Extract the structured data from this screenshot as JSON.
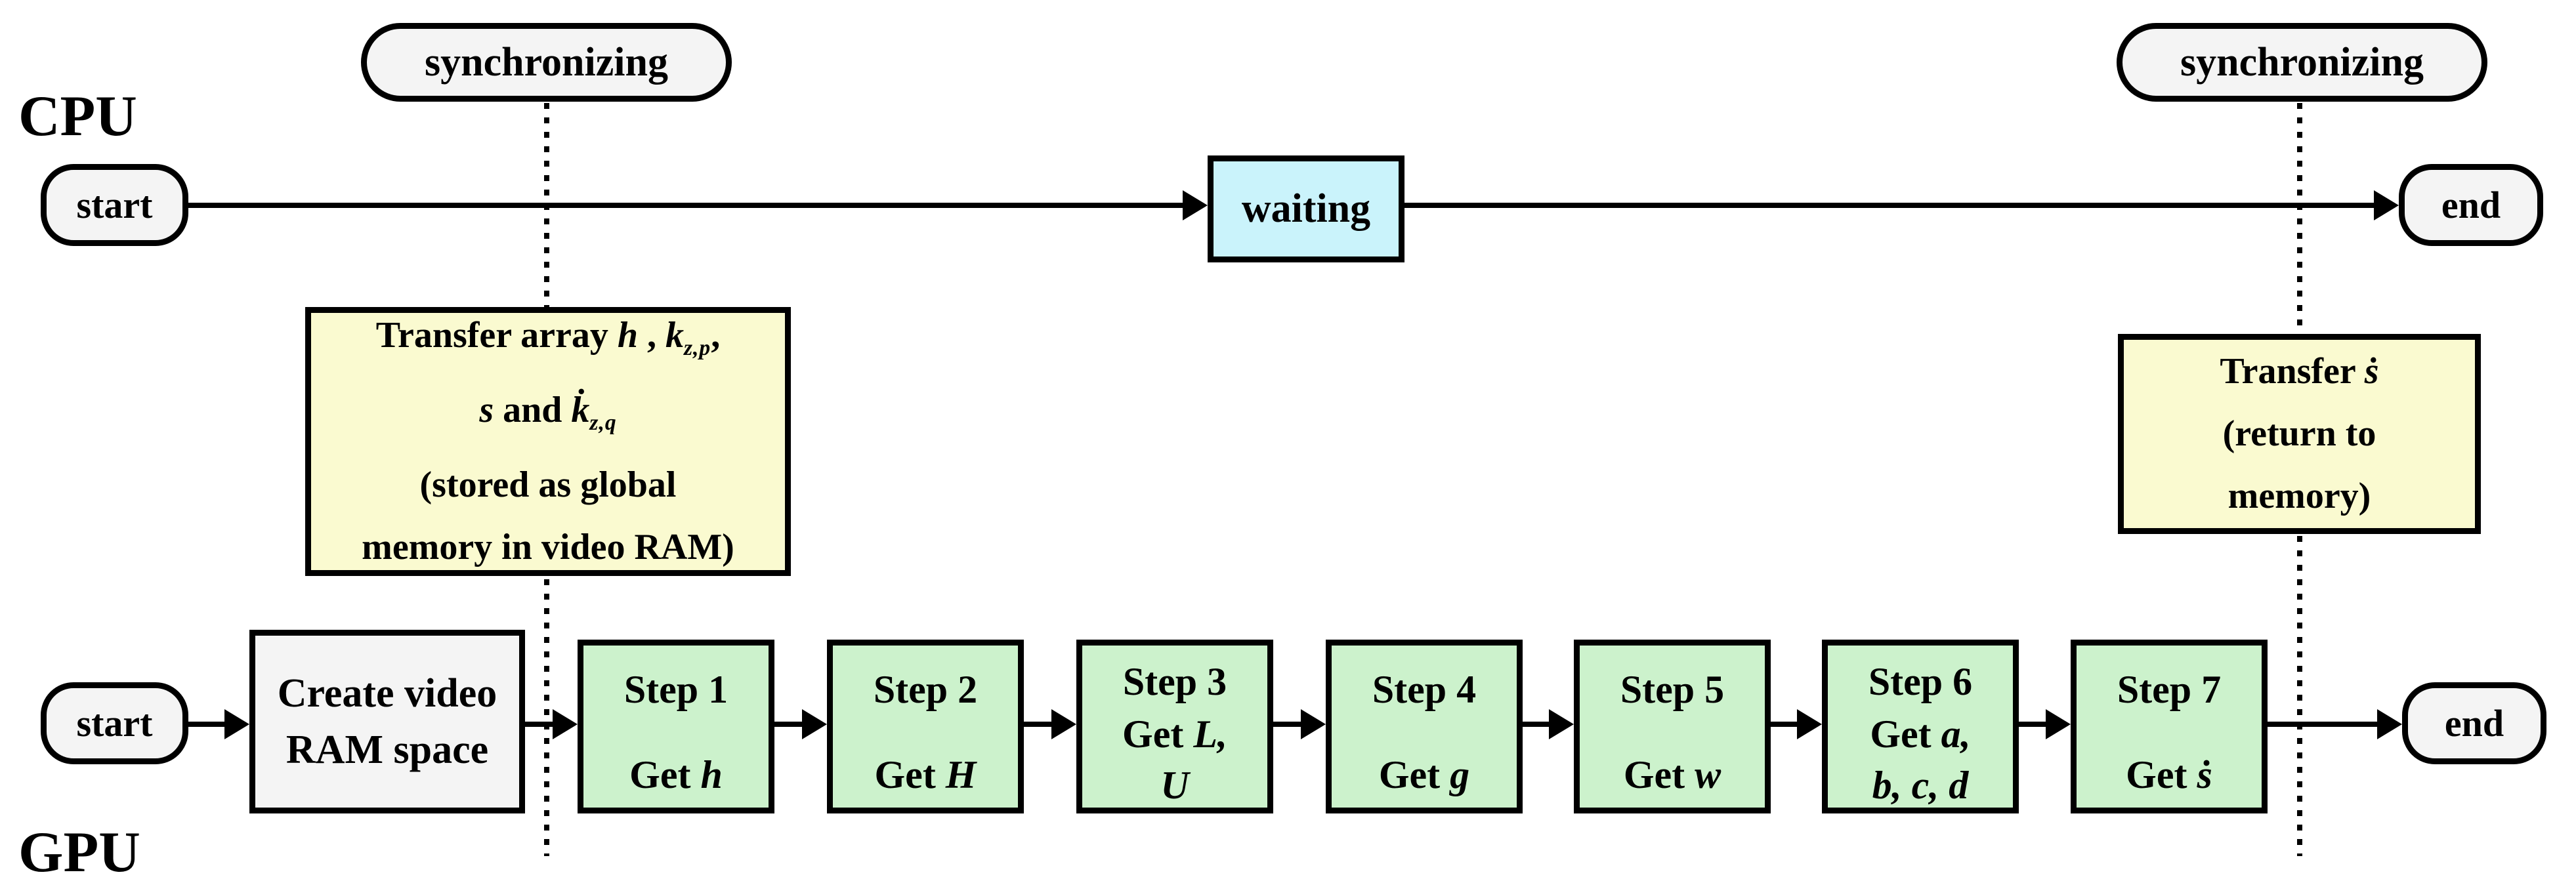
{
  "lanes": {
    "cpu_label": "CPU",
    "gpu_label": "GPU"
  },
  "sync": {
    "left": "synchronizing",
    "right": "synchronizing"
  },
  "cpu_row": {
    "start": "start",
    "waiting": "waiting",
    "end": "end"
  },
  "transfer_in": {
    "l1_t1": "Transfer array ",
    "l1_v1": "h",
    "l1_t2": " , ",
    "l1_v2": "k",
    "l1_sub1": "z,p",
    "l1_t3": ",",
    "l2_v1": "s",
    "l2_t1": " and ",
    "l2_v2": "k̇",
    "l2_sub1": "z,q",
    "l3": "(stored as global",
    "l4": "memory in video RAM)"
  },
  "transfer_out": {
    "l1_t1": "Transfer ",
    "l1_v1": "ṡ",
    "l2": "(return to",
    "l3": "memory)"
  },
  "gpu_row": {
    "start": "start",
    "create": {
      "l1": "Create video",
      "l2": "RAM space"
    },
    "steps": [
      {
        "title": "Step 1",
        "get": "Get ",
        "vars": "h"
      },
      {
        "title": "Step 2",
        "get": "Get ",
        "vars": "H"
      },
      {
        "title": "Step 3",
        "get": "Get ",
        "vars": "L,",
        "vars2": "U"
      },
      {
        "title": "Step 4",
        "get": "Get ",
        "vars": "g"
      },
      {
        "title": "Step 5",
        "get": "Get ",
        "vars": "w"
      },
      {
        "title": "Step 6",
        "get": "Get ",
        "vars": "a,",
        "vars2": "b, c, d"
      },
      {
        "title": "Step 7",
        "get": "Get ",
        "vars": "ṡ"
      }
    ],
    "end": "end"
  },
  "colors": {
    "node_gray": "#f4f4f4",
    "waiting_cyan": "#caf3fb",
    "transfer_yellow": "#fafad0",
    "step_green": "#ccf2cc",
    "line_black": "#000000"
  }
}
